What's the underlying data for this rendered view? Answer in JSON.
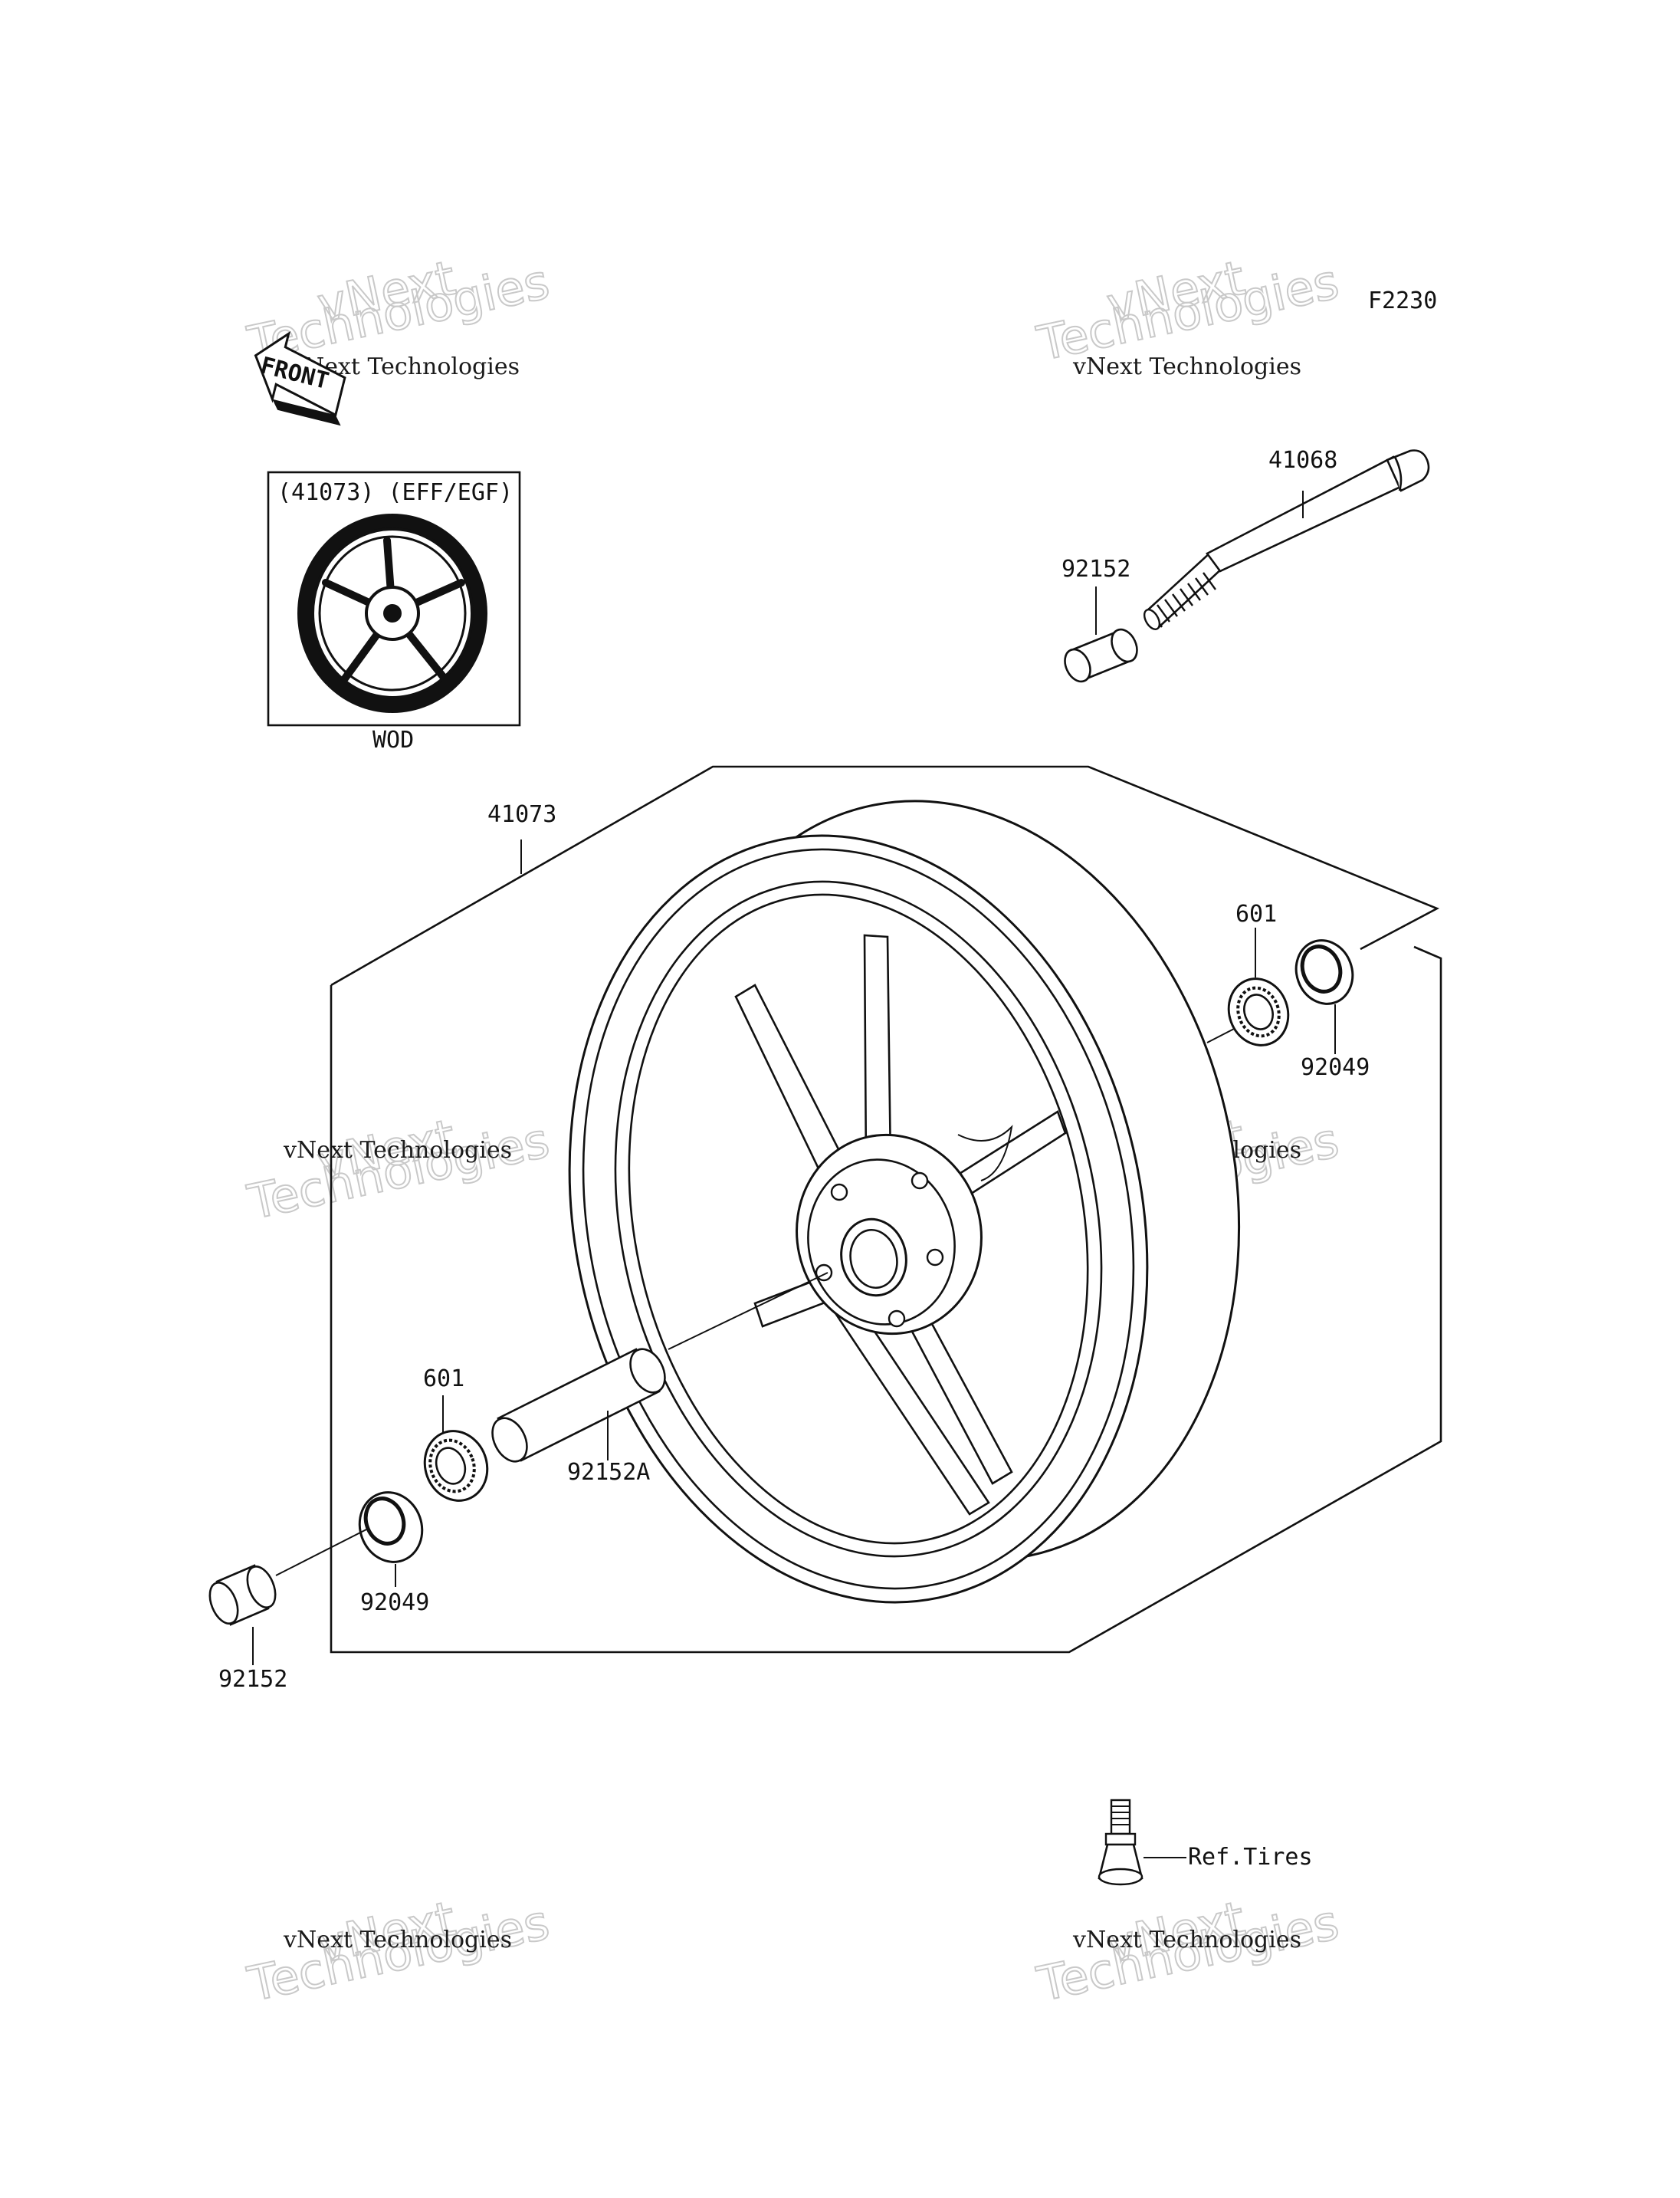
{
  "diagram": {
    "ref_code": "F2230",
    "front_label": "FRONT",
    "inset": {
      "header": "(41073) (EFF/EGF)",
      "caption": "WOD"
    },
    "parts": {
      "axle": "41068",
      "collar_right": "92152",
      "wheel": "41073",
      "bearing_right": "601",
      "seal_right": "92049",
      "bearing_left": "601",
      "spacer": "92152A",
      "seal_left": "92049",
      "collar_left": "92152",
      "valve": "Ref.Tires"
    },
    "watermarks": [
      {
        "line1": "vNext Technologies",
        "line2": "vNext",
        "line3": "Technologies"
      },
      {
        "line1": "vNext Technologies",
        "line2": "vNext",
        "line3": "Technologies"
      },
      {
        "line1": "vNext Technologies",
        "line2": "vNext",
        "line3": "Technologies"
      },
      {
        "line1": "vNext Technologies",
        "line2": "vNext",
        "line3": "Technologies"
      },
      {
        "line1": "vNext Technologies",
        "line2": "vNext",
        "line3": "Technologies"
      },
      {
        "line1": "vNext Technologies",
        "line2": "vNext",
        "line3": "Technologies"
      }
    ]
  }
}
